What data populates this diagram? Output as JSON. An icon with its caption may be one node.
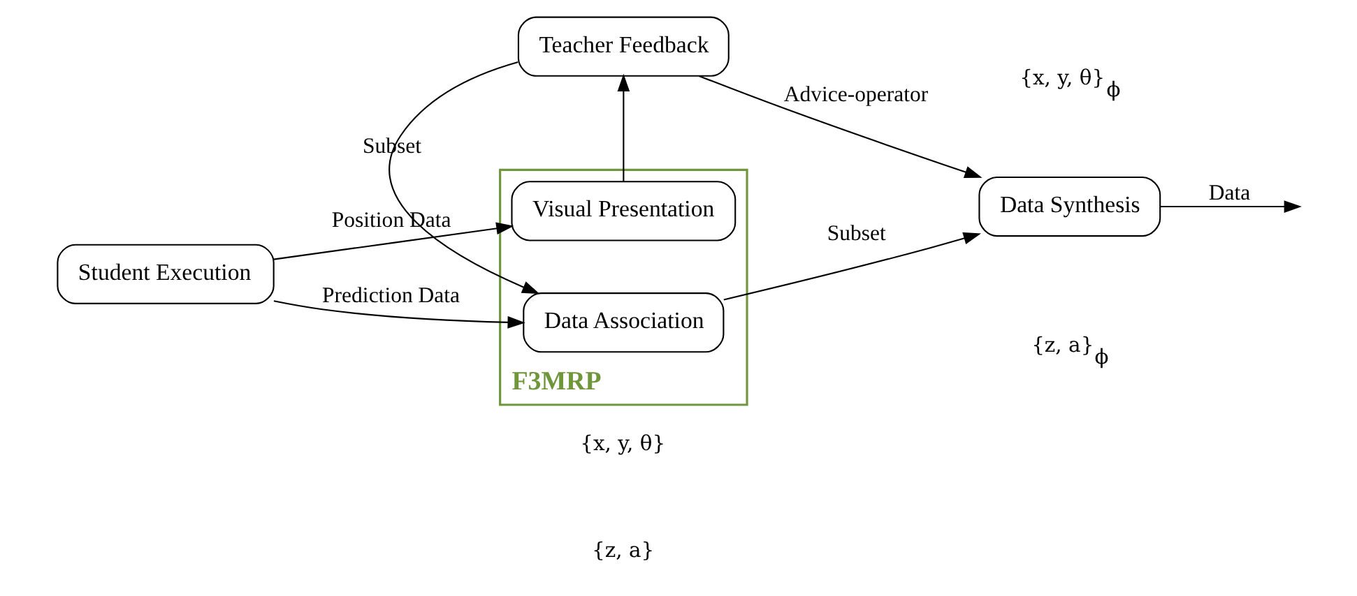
{
  "diagram": {
    "nodes": [
      {
        "text": [
          "F3MRP"
        ]
      },
      {
        "text": [
          "Teacher Feedback"
        ]
      },
      {
        "text": [
          "Student Execution"
        ]
      },
      {
        "text": [
          "Visual Presentation"
        ],
        "in": 0
      },
      {
        "text": [
          "Data Association"
        ],
        "in": 0
      },
      {
        "text": [
          "Data Synthesis"
        ]
      }
    ],
    "edges": [
      {
        "from": 2,
        "to": 3,
        "arrow": "to",
        "label": "Position Data"
      },
      {
        "from": 2,
        "to": 4,
        "arrow": "to",
        "label": "Prediction Data"
      },
      {
        "from": 3,
        "to": 1,
        "arrow": "to"
      },
      {
        "from": 1,
        "to": 5,
        "arrow": "to",
        "label": "Advice-operator"
      },
      {
        "from": 1,
        "to": 4,
        "arrow": "to",
        "label": "Subset"
      },
      {
        "from": 4,
        "to": 5,
        "arrow": "to",
        "label": "Subset"
      },
      {
        "from": 5,
        "to": null,
        "arrow": "to",
        "label": "Data"
      }
    ],
    "labels": [
      "{x, y, θ}",
      "{z, a}",
      "{x, y, θ}$_{ϕ}$",
      "{z, a}$_{ϕ}$"
    ]
  }
}
